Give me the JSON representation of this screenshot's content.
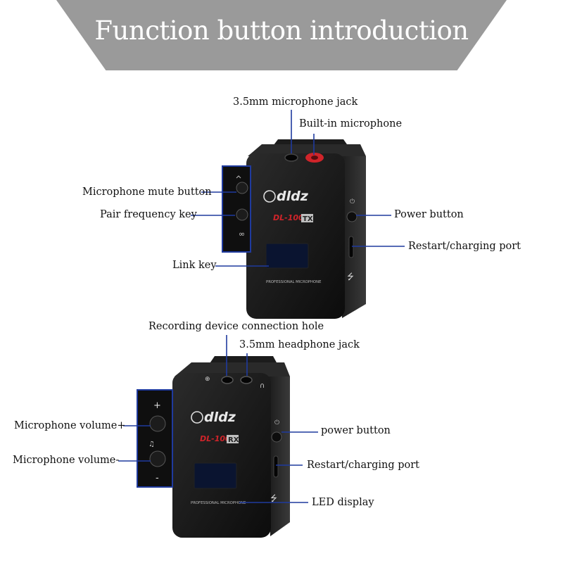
{
  "header": {
    "title": "Function button introduction"
  },
  "tx": {
    "brand": "dldz",
    "model": "DL-100",
    "model_badge": "TX",
    "bottom_text": "PROFESSIONAL MICROPHONE",
    "labels": {
      "mic_jack": "3.5mm microphone jack",
      "builtin_mic": "Built-in microphone",
      "mute": "Microphone mute button",
      "pair": "Pair frequency key",
      "power": "Power button",
      "port": "Restart/charging port",
      "link": "Link key"
    }
  },
  "rx": {
    "brand": "dldz",
    "model": "DL-100",
    "model_badge": "RX",
    "bottom_text": "PROFESSIONAL MICROPHONE",
    "side_plus": "+",
    "side_minus": "-",
    "labels": {
      "rec_hole": "Recording device connection hole",
      "headphone": "3.5mm headphone jack",
      "vol_plus": "Microphone volume+",
      "vol_minus": "Microphone volume-",
      "power": "power button",
      "port": "Restart/charging port",
      "led": "LED display"
    }
  },
  "colors": {
    "banner": "#9a9a9a",
    "leader": "#1f3a9e",
    "device": "#141414",
    "accent_red": "#d0242a"
  }
}
